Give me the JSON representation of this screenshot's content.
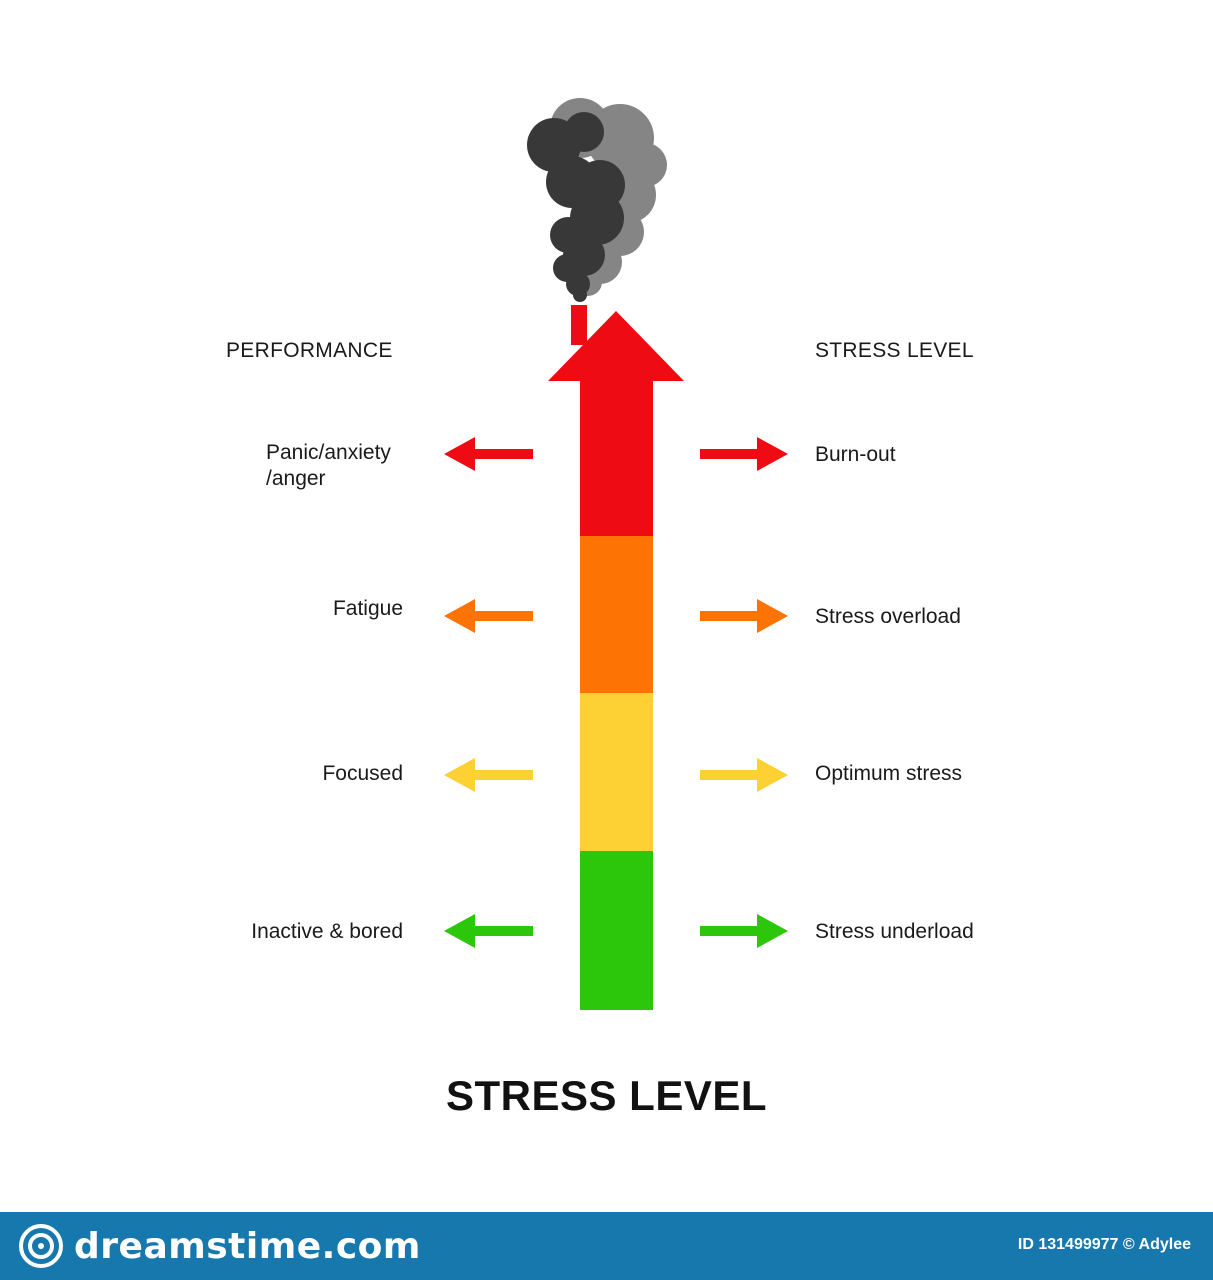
{
  "left_header": "PERFORMANCE",
  "right_header": "STRESS LEVEL",
  "title": "STRESS LEVEL",
  "levels": [
    {
      "performance": "Panic/anxiety\n/anger",
      "stress": "Burn-out",
      "color": "#ef0b13"
    },
    {
      "performance": "Fatigue",
      "stress": "Stress overload",
      "color": "#fd7304"
    },
    {
      "performance": "Focused",
      "stress": "Optimum stress",
      "color": "#fdd133"
    },
    {
      "performance": "Inactive & bored",
      "stress": "Stress underload",
      "color": "#2cc70a"
    }
  ],
  "smoke_colors": {
    "dark": "#383838",
    "light": "#858585"
  },
  "watermark": {
    "brand": "dreamstime.com",
    "credit": "ID 131499977 © Adylee",
    "bar_color": "#1778ae"
  }
}
